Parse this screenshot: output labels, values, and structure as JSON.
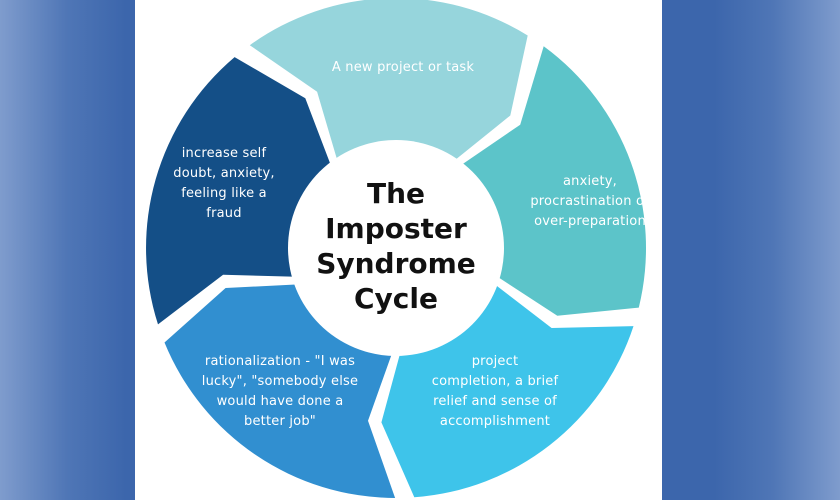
{
  "title_lines": [
    "The",
    "Imposter",
    "Syndrome",
    "Cycle"
  ],
  "steps": [
    {
      "lines": [
        "A new project or task"
      ],
      "color": "#96d5dc"
    },
    {
      "lines": [
        "anxiety,",
        "procrastination or",
        "over-preparation"
      ],
      "color": "#5cc4c9"
    },
    {
      "lines": [
        "project",
        "completion, a brief",
        "relief and sense of",
        "accomplishment"
      ],
      "color": "#3ec4ea"
    },
    {
      "lines": [
        "rationalization - \"I was",
        "lucky\", \"somebody else",
        "would have done a",
        "better job\""
      ],
      "color": "#318fd0"
    },
    {
      "lines": [
        "increase self",
        "doubt, anxiety,",
        "feeling like a",
        "fraud"
      ],
      "color": "#144f87"
    }
  ]
}
